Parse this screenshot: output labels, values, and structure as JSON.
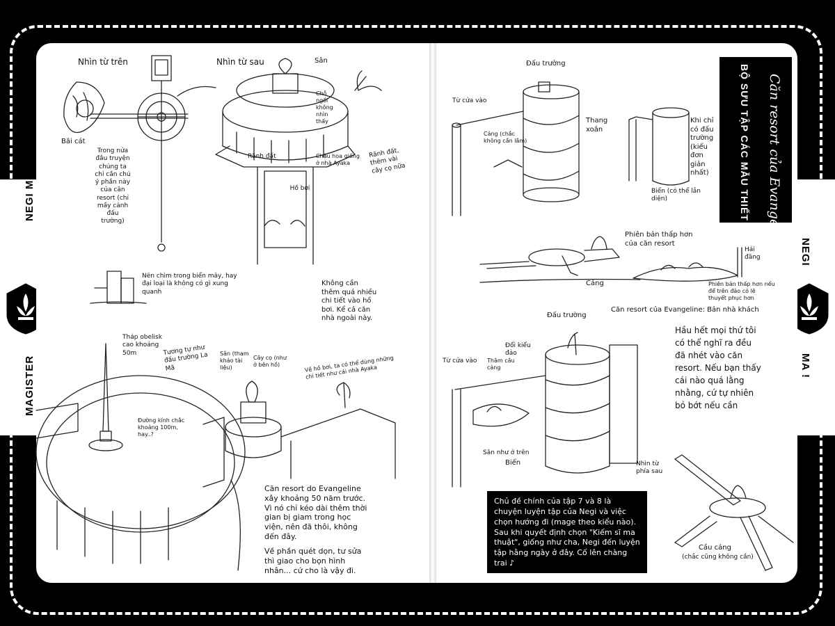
{
  "side": {
    "left_top": "NEGI MAGI",
    "left_bottom": "MAGISTER",
    "right_top": "NEGI",
    "right_bottom": "MA !"
  },
  "title": {
    "heading": "BỘ SƯU TẬP CÁC MẪU THIẾT KẾ",
    "subtitle": "Căn resort của Evangeline"
  },
  "left": {
    "view_top": "Nhìn từ trên",
    "view_back": "Nhìn từ sau",
    "san": "Sân",
    "bai_cat": "Bãi cát",
    "trong_nua": "Trong nửa đầu truyện chúng ta chỉ cần chú ý phần này của căn resort (chỉ mấy cảnh đấu trường)",
    "cho_ngoi": "Chỗ ngồi không nhìn thấy",
    "ranh_dat": "Rãnh đất",
    "chau_hoa": "Chậu hoa giống ở nhà Ayaka",
    "ranh_dat2": "Rãnh đất, thêm vài cây cọ nữa",
    "ho_boi": "Hồ bơi",
    "nen_chim": "Nên chìm trong biển mây, hay đại loại là không có gì xung quanh",
    "khong_can": "Không cần thêm quá nhiều chi tiết vào hồ bơi. Kể cả căn nhà ngoài này.",
    "thap_obelisk": "Tháp obelisk cao khoảng 50m",
    "tuong_tu": "Tương tự như đấu trường La Mã",
    "san_tham_khao": "Sân (tham khảo tài liệu)",
    "cay_co": "Cây cọ (như ở bên hồ)",
    "ve_ho_boi": "Về hồ bơi, ta có thể dùng những chi tiết như cái nhà Ayaka",
    "duong_kinh": "Đường kính chắc khoảng 100m, hay..?",
    "resort_p1": "Căn resort do Evangeline xây khoảng 50 năm trước. Vì nó chỉ kéo dài thêm thời gian bị giam trong học viện, nên đã thôi, không đến đây.",
    "resort_p2": "Về phần quét dọn, tư sửa thì giao cho bọn hình nhân... cứ cho là vậy đi."
  },
  "right": {
    "dau_truong": "Đấu trường",
    "tu_cua_vao": "Từ cửa vào",
    "thang_xoan": "Thang xoắn",
    "cang": "Cảng (chắc không cần lắm)",
    "khi_chi": "Khi chỉ có đấu trường (kiểu đơn giản nhất)",
    "bien_co_the": "Biển (có thể lắn diện)",
    "phien_ban_thap": "Phiên bản thấp hơn của căn resort",
    "hai_dang": "Hải đăng",
    "cang2": "Cảng",
    "phien_ban_note": "Phiên bản thấp hơn nếu để trên đảo có lẽ thuyết phục hơn",
    "can_resort_nha": "Căn resort của Evangeline: Bản nhà khách",
    "dau_truong2": "Đấu trường",
    "hau_het": "Hầu hết mọi thứ tôi có thể nghĩ ra đều đã nhét vào căn resort. Nếu bạn thấy cái nào quá lằng nhằng, cứ tự nhiên bỏ bớt nếu cần",
    "doi_kieu_dao": "Đổi kiểu đảo",
    "tu_cua_vao2": "Từ cửa vào",
    "tham_cau_cang": "Thâm cầu cảng",
    "san_nhu": "Sân như ở trên",
    "bien": "Biển",
    "nhin_tu_phia_sau": "Nhìn từ phía sau",
    "cau_cang": "Cầu cảng",
    "cau_cang_note": "(chắc cũng không cần)",
    "black_note": "Chủ đề chính của tập 7 và 8 là chuyện luyện tập của Negi và việc chọn hướng đi (mage theo kiểu nào). Sau khi quyết định chọn \"Kiếm sĩ ma thuật\", giống như cha, Negi đến luyện tập hằng ngày ở đây. Cố lên chàng trai ♪"
  }
}
